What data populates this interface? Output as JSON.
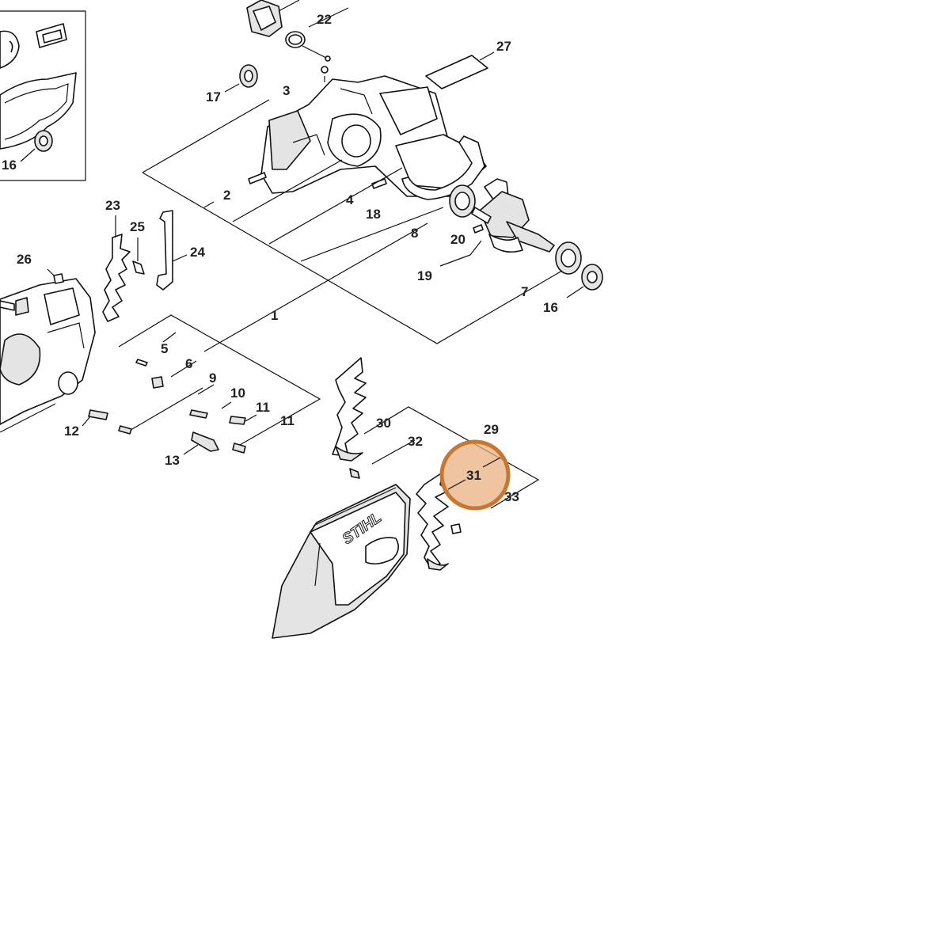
{
  "diagram": {
    "brand_text": "STIHL",
    "highlight_color": "#c9762f",
    "highlighted_part": "31",
    "callouts": [
      {
        "id": "22",
        "text": "22"
      },
      {
        "id": "27",
        "text": "27"
      },
      {
        "id": "17",
        "text": "17"
      },
      {
        "id": "3",
        "text": "3"
      },
      {
        "id": "16a",
        "text": "16"
      },
      {
        "id": "2",
        "text": "2"
      },
      {
        "id": "4",
        "text": "4"
      },
      {
        "id": "18",
        "text": "18"
      },
      {
        "id": "23",
        "text": "23"
      },
      {
        "id": "25",
        "text": "25"
      },
      {
        "id": "24",
        "text": "24"
      },
      {
        "id": "26",
        "text": "26"
      },
      {
        "id": "8",
        "text": "8"
      },
      {
        "id": "20",
        "text": "20"
      },
      {
        "id": "19",
        "text": "19"
      },
      {
        "id": "7",
        "text": "7"
      },
      {
        "id": "16b",
        "text": "16"
      },
      {
        "id": "1",
        "text": "1"
      },
      {
        "id": "5",
        "text": "5"
      },
      {
        "id": "6",
        "text": "6"
      },
      {
        "id": "9",
        "text": "9"
      },
      {
        "id": "10",
        "text": "10"
      },
      {
        "id": "11a",
        "text": "11"
      },
      {
        "id": "11b",
        "text": "11"
      },
      {
        "id": "12",
        "text": "12"
      },
      {
        "id": "13",
        "text": "13"
      },
      {
        "id": "30",
        "text": "30"
      },
      {
        "id": "29",
        "text": "29"
      },
      {
        "id": "32",
        "text": "32"
      },
      {
        "id": "31",
        "text": "31"
      },
      {
        "id": "33",
        "text": "33"
      }
    ]
  }
}
